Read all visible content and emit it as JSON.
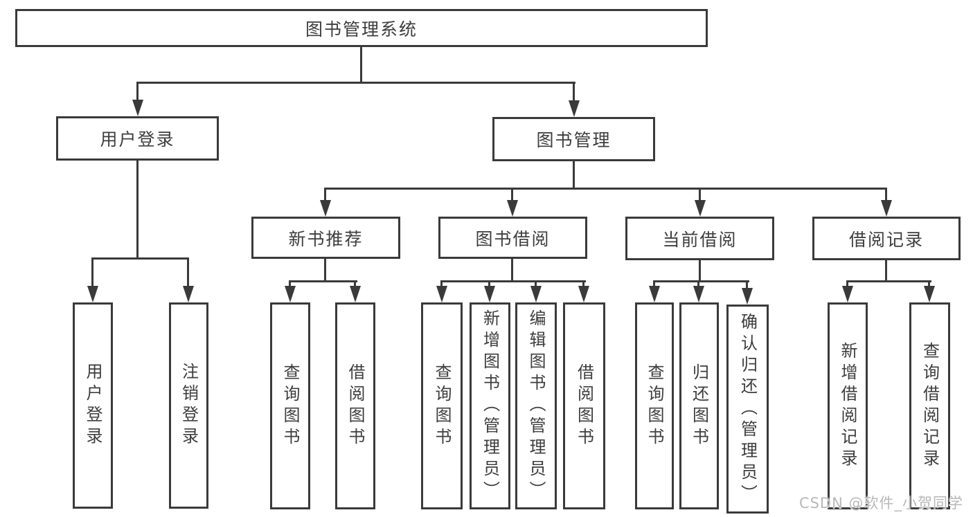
{
  "diagram": {
    "root": {
      "label": "图书管理系统"
    },
    "branches": [
      {
        "label": "用户登录",
        "children": [
          {
            "label": "用户登录"
          },
          {
            "label": "注销登录"
          }
        ]
      },
      {
        "label": "图书管理",
        "children": [
          {
            "label": "新书推荐",
            "children": [
              {
                "label": "查询图书"
              },
              {
                "label": "借阅图书"
              }
            ]
          },
          {
            "label": "图书借阅",
            "children": [
              {
                "label": "查询图书"
              },
              {
                "label": "新增图书（管理员）"
              },
              {
                "label": "编辑图书（管理员）"
              },
              {
                "label": "借阅图书"
              }
            ]
          },
          {
            "label": "当前借阅",
            "children": [
              {
                "label": "查询图书"
              },
              {
                "label": "归还图书"
              },
              {
                "label": "确认归还（管理员）"
              }
            ]
          },
          {
            "label": "借阅记录",
            "children": [
              {
                "label": "新增借阅记录"
              },
              {
                "label": "查询借阅记录"
              }
            ]
          }
        ]
      }
    ]
  },
  "watermark": {
    "text": "CSDN @软件_小贺同学"
  },
  "colors": {
    "line": "#3a3a3a",
    "text": "#3d3d3d",
    "background": "#ffffff",
    "watermark": "#b8b8b8"
  }
}
